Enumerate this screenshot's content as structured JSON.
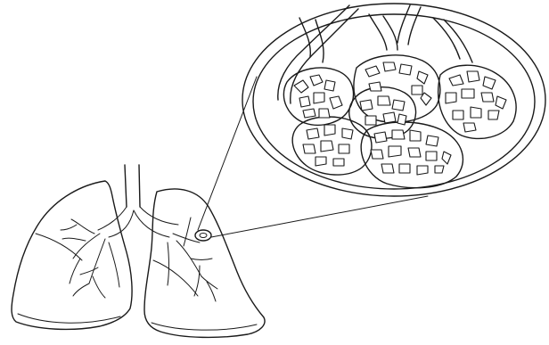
{
  "figure": {
    "ink_color": "#1a1a1a",
    "background": "#ffffff",
    "parts": [
      "lungs",
      "trachea",
      "bronchial-tree",
      "magnified-alveoli",
      "zoom-lines"
    ]
  }
}
